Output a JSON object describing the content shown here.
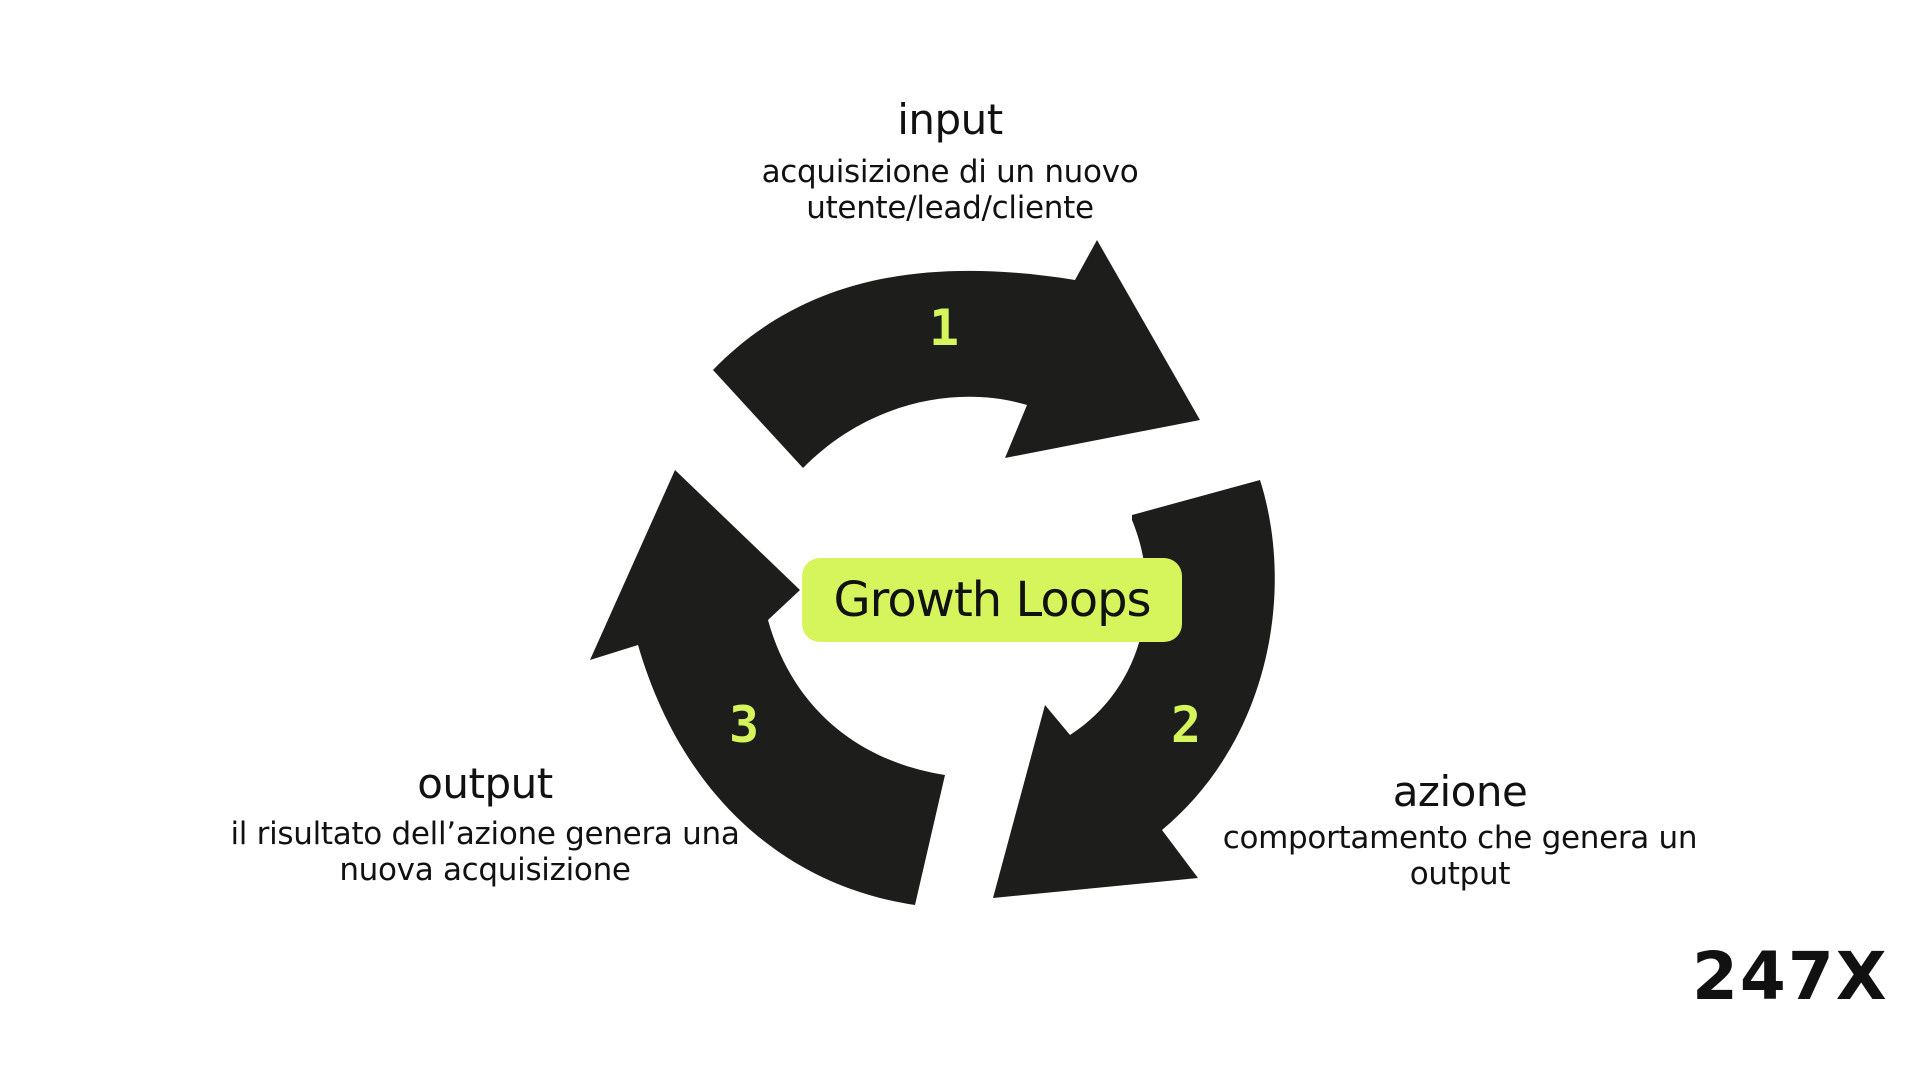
{
  "steps": [
    {
      "number": "1",
      "title": "input",
      "description": "acquisizione di un nuovo utente/lead/cliente"
    },
    {
      "number": "2",
      "title": "azione",
      "description": "comportamento che genera un output"
    },
    {
      "number": "3",
      "title": "output",
      "description": "il risultato dell’azione genera una nuova acquisizione"
    }
  ],
  "center_label": "Growth Loops",
  "brand": "247X",
  "colors": {
    "arrow": "#1d1d1b",
    "accent": "#d6f45c",
    "background": "#ffffff",
    "text": "#111111"
  }
}
